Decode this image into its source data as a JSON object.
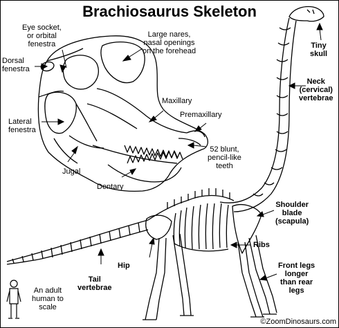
{
  "title": "Brachiosaurus Skeleton",
  "labels": {
    "eye_socket": "Eye socket,\nor orbital\nfenestra",
    "large_nares": "Large nares,\nnasal openings\non the forehead",
    "dorsal_fenestra": "Dorsal\nfenestra",
    "maxillary": "Maxillary",
    "premaxillary": "Premaxillary",
    "lateral_fenestra": "Lateral\nfenestra",
    "jugal": "Jugal",
    "dentary": "Dentary",
    "teeth": "52 blunt,\npencil-like\nteeth",
    "tiny_skull": "Tiny\nskull",
    "neck": "Neck\n(cervical)\nvertebrae",
    "shoulder": "Shoulder\nblade\n(scapula)",
    "ribs": "Ribs",
    "front_legs": "Front legs\nlonger\nthan rear\nlegs",
    "hip": "Hip",
    "tail": "Tail\nvertebrae",
    "human": "An adult\nhuman to\nscale"
  },
  "copyright": "©ZoomDinosaurs.com"
}
